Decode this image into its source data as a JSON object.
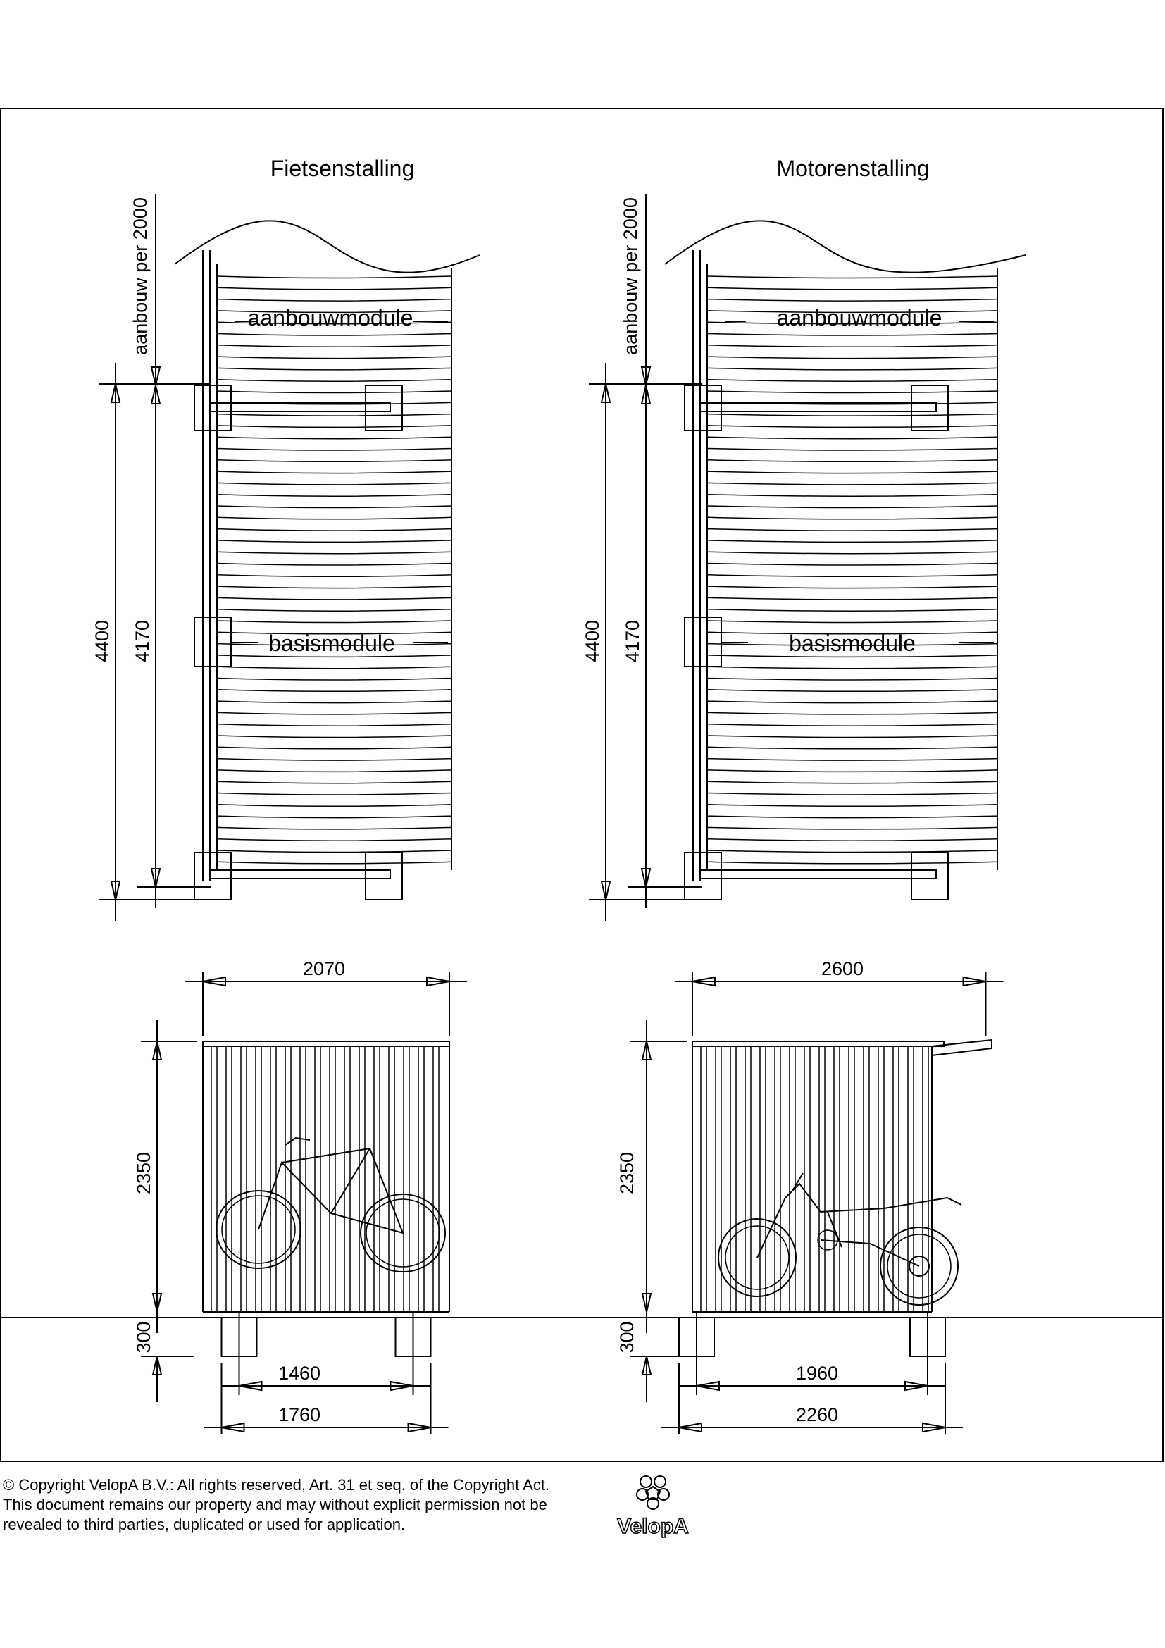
{
  "drawings": [
    {
      "title": "Fietsenstalling",
      "plan": {
        "extension_label": "aanbouwmodule",
        "base_label": "basismodule",
        "dim_extension": "aanbouw per 2000",
        "dim_total": "4400",
        "dim_inner": "4170"
      },
      "front": {
        "dim_width": "2070",
        "dim_height": "2350",
        "dim_foot": "300",
        "dim_inner_span": "1460",
        "dim_outer_span": "1760",
        "vehicle": "bicycle"
      }
    },
    {
      "title": "Motorenstalling",
      "plan": {
        "extension_label": "aanbouwmodule",
        "base_label": "basismodule",
        "dim_extension": "aanbouw per 2000",
        "dim_total": "4400",
        "dim_inner": "4170"
      },
      "front": {
        "dim_width": "2600",
        "dim_height": "2350",
        "dim_foot": "300",
        "dim_inner_span": "1960",
        "dim_outer_span": "2260",
        "vehicle": "motorcycle"
      }
    }
  ],
  "footer": {
    "lines": [
      "©  Copyright VelopA B.V.: All rights reserved, Art. 31 et seq. of the Copyright Act.",
      "This document remains our property and may without explicit permission not be",
      "revealed to third parties, duplicated or used for application."
    ],
    "logo_text": "VelopA"
  },
  "colors": {
    "line": "#000000",
    "background": "#ffffff"
  }
}
